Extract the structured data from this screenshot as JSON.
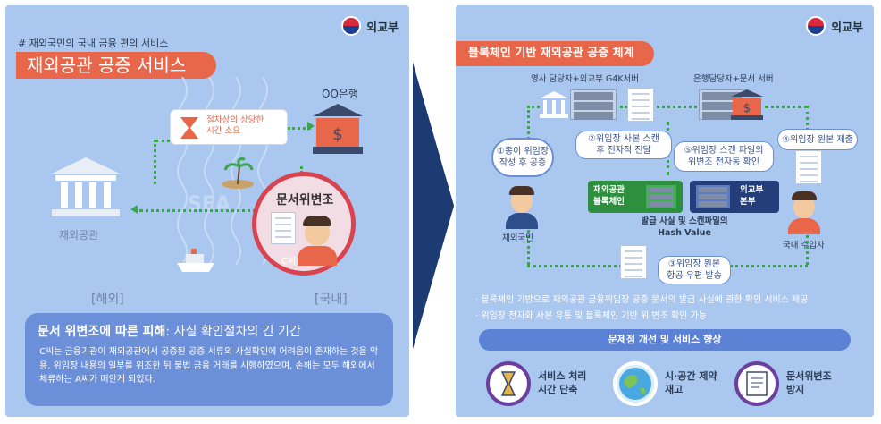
{
  "left": {
    "logo": "외교부",
    "tag": "# 재외국민의 국내 금융 편의 서비스",
    "title": "재외공관 공증 서비스",
    "bank_label": "OO은행",
    "embassy_label": "재외공관",
    "delay_text": "절차상의 상당한\n시간 소요",
    "sea_text": "SEA",
    "forgery_title": "문서위변조",
    "person_label": "C씨",
    "abroad_label": "[해외]",
    "domestic_label": "[국내]",
    "damage_title_bold": "문서 위변조에 따른 피해",
    "damage_title_rest": ": 사실 확인절차의 긴 기간",
    "damage_body": "C씨는 금융기관이 재외공관에서 공증된 공증 서류의 사실확인에 어려움이 존재하는 것을 악용, 위임장 내용의 일부를 위조한 뒤 불법 금융 거래를 시행하였으며, 손해는 모두 해외에서 체류하는 A씨가 떠안게 되었다."
  },
  "right": {
    "logo": "외교부",
    "title": "블록체인 기반 재외공관 공증 체계",
    "server_left_label": "영사 담당자+외교부 G4K서버",
    "server_right_label": "은행담당자+문서 서버",
    "step1": "①종이 위임장\n작성 후 공증",
    "step2": "②위임장 사본 스캔\n후 전자적 전달",
    "step3": "③위임장 원본\n항공 우편 발송",
    "step4": "④위임장 원본 제출",
    "step5": "⑤위임장 스캔 파일의\n위변조 전자동 확인",
    "chain_left": "재외공관\n블록체인",
    "chain_right": "외교부\n본부",
    "hash_caption": "발급 사실 및 스캔파일의\nHash Value",
    "citizen_label": "재외국민",
    "importer_label": "국내 수입자",
    "bullet1": "· 블록체인 기반으로 재외공관 금융위임장 공증 문서의 발급 사실에 관한 확인 서비스 제공",
    "bullet2": "· 위임장 전자화 사본 유통 및 블록체인 기반 위 변조 확인 가능",
    "banner": "문제점 개선 및 서비스 향상",
    "benefits": [
      {
        "icon": "hourglass-icon",
        "label": "서비스 처리\n시간 단축"
      },
      {
        "icon": "globe-icon",
        "label": "시·공간 제약\n재고"
      },
      {
        "icon": "document-icon",
        "label": "문서위변조\n방지"
      }
    ]
  },
  "colors": {
    "panel_bg": "#a9c7ef",
    "accent_orange": "#e8664a",
    "arrow_navy": "#1d3b73",
    "green": "#3aa54a"
  }
}
